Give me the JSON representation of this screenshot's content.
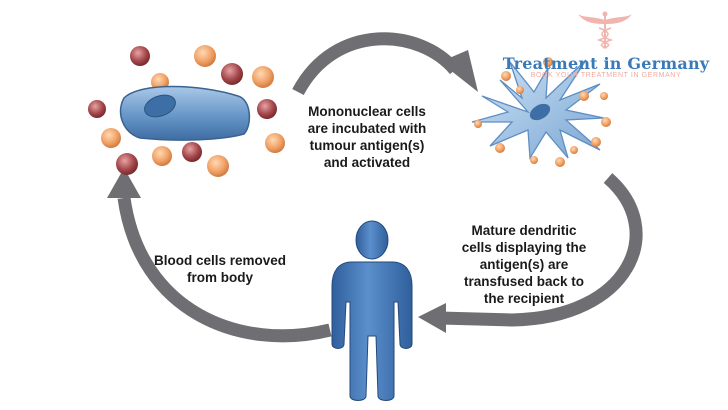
{
  "labels": {
    "step1": [
      "Mononuclear cells",
      "are incubated with",
      "tumour antigen(s)",
      "and activated"
    ],
    "step2": [
      "Mature dendritic",
      "cells displaying the",
      "antigen(s) are",
      "transfused back to",
      "the recipient"
    ],
    "step3": [
      "Blood cells removed",
      "from body"
    ]
  },
  "watermark": {
    "name": "Treatment in Germany",
    "tagline": "BOOK YOUR TREATMENT IN GERMANY",
    "icon": "caduceus-icon"
  },
  "colors": {
    "arrow": "#6f6f73",
    "cell_body": "#6796c8",
    "cell_nucleus": "#3d6fa6",
    "person": "#3a6fb1",
    "orange_dot": "#f0a064",
    "red_dot": "#a3464a",
    "brand_text": "#3a7ab8",
    "brand_tagline": "#f3a9a1"
  }
}
